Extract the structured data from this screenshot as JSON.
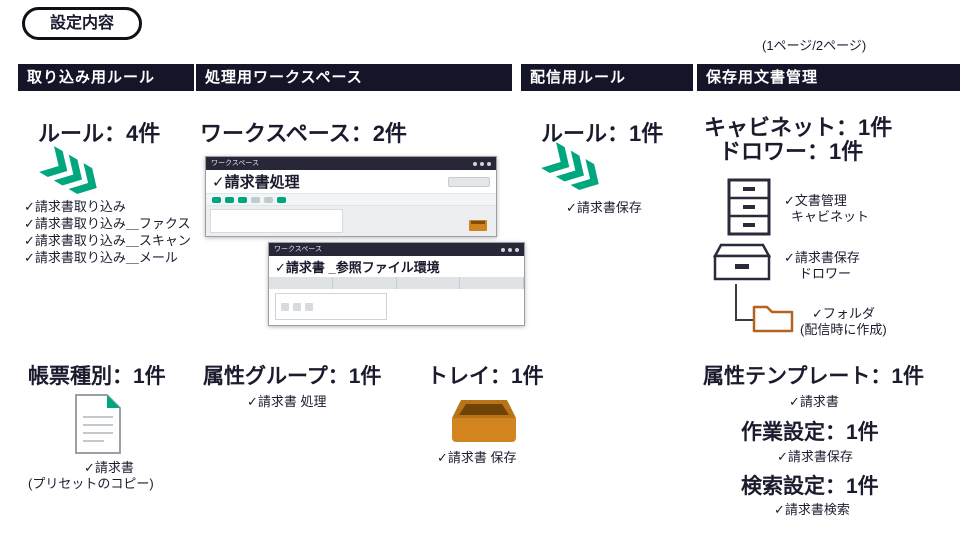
{
  "colors": {
    "header_bg": "#15152a",
    "accent_green": "#00a77e",
    "tray_orange": "#d2851f",
    "folder_brown": "#b4641e"
  },
  "badge_label": "設定内容",
  "page_indicator": "(1ページ/2ページ)",
  "import_rules": {
    "header": "取り込み用ルール",
    "count_title": "ルール：4件",
    "items": [
      "✓請求書取り込み",
      "✓請求書取り込み＿ファクス",
      "✓請求書取り込み＿スキャン",
      "✓請求書取り込み＿メール"
    ],
    "form_type_title": "帳票種別：1件",
    "form_type_item": "✓請求書",
    "form_type_note": "(プリセットのコピー)"
  },
  "workspace": {
    "header": "処理用ワークスペース",
    "count_title": "ワークスペース：2件",
    "shot1": {
      "window_title": "ワークスペース",
      "name": "✓請求書処理"
    },
    "shot2": {
      "window_title": "ワークスペース",
      "name": "✓請求書 _参照ファイル環境"
    },
    "attr_group_title": "属性グループ：1件",
    "attr_group_item": "✓請求書 処理",
    "tray_title": "トレイ：1件",
    "tray_item": "✓請求書 保存"
  },
  "delivery_rules": {
    "header": "配信用ルール",
    "count_title": "ルール：1件",
    "item": "✓請求書保存"
  },
  "storage": {
    "header": "保存用文書管理",
    "cabinet_title": "キャビネット：1件",
    "drawer_title": "ドロワー：1件",
    "cabinet_item": [
      "✓文書管理",
      "キャビネット"
    ],
    "drawer_item": [
      "✓請求書保存",
      "ドロワー"
    ],
    "folder_item": [
      "✓フォルダ",
      "(配信時に作成)"
    ],
    "attr_template_title": "属性テンプレート：1件",
    "attr_template_item": "✓請求書",
    "work_setting_title": "作業設定：1件",
    "work_setting_item": "✓請求書保存",
    "search_setting_title": "検索設定：1件",
    "search_setting_item": "✓請求書検索"
  }
}
